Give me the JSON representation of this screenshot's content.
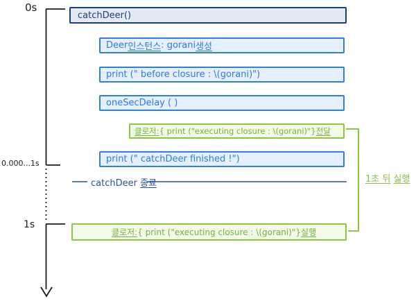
{
  "colors": {
    "axis": "#1c1c1c",
    "call_border": "#1b4079",
    "call_fill": "#e4eaf3",
    "step_border": "#2e7fe0",
    "step_fill": "#e6effd",
    "green_border": "#8cc63e",
    "green_fill": "#f3faea",
    "divider_blue": "#27549c"
  },
  "axis": {
    "tick_0s": "0s",
    "tick_mid": "0.000...1s",
    "tick_1s": "1s"
  },
  "boxes": {
    "call": {
      "segments": [
        {
          "t": "catchDeer()"
        }
      ]
    },
    "step_instance": {
      "segments": [
        {
          "t": "Deer "
        },
        {
          "t": "인스턴스",
          "u": true
        },
        {
          "t": " : gorani "
        },
        {
          "t": "생성",
          "u": true
        }
      ]
    },
    "step_print_before": {
      "segments": [
        {
          "t": "print (\" before  closure : \\(gorani)\")"
        }
      ]
    },
    "step_delay": {
      "segments": [
        {
          "t": "oneSecDelay ( )"
        }
      ]
    },
    "closure_pass": {
      "segments": [
        {
          "t": "클로저:",
          "u": true
        },
        {
          "t": "  { print (\"executing  closure : \\(gorani)\"} "
        },
        {
          "t": "전달",
          "u": true
        }
      ]
    },
    "step_print_finished": {
      "segments": [
        {
          "t": "print (\" catchDeer  finished !\")"
        }
      ]
    },
    "closure_run": {
      "segments": [
        {
          "t": "클로저:",
          "u": true
        },
        {
          "t": "  { print (\"executing  closure : \\(gorani)\"}  "
        },
        {
          "t": "실행",
          "u": true
        }
      ]
    }
  },
  "divider": {
    "segments": [
      {
        "t": "catchDeer "
      },
      {
        "t": "종료",
        "u": true
      }
    ]
  },
  "side_label": {
    "segments": [
      {
        "t": "1초 뒤",
        "u": true
      },
      {
        "t": " "
      },
      {
        "t": "실행",
        "u": true
      }
    ]
  }
}
